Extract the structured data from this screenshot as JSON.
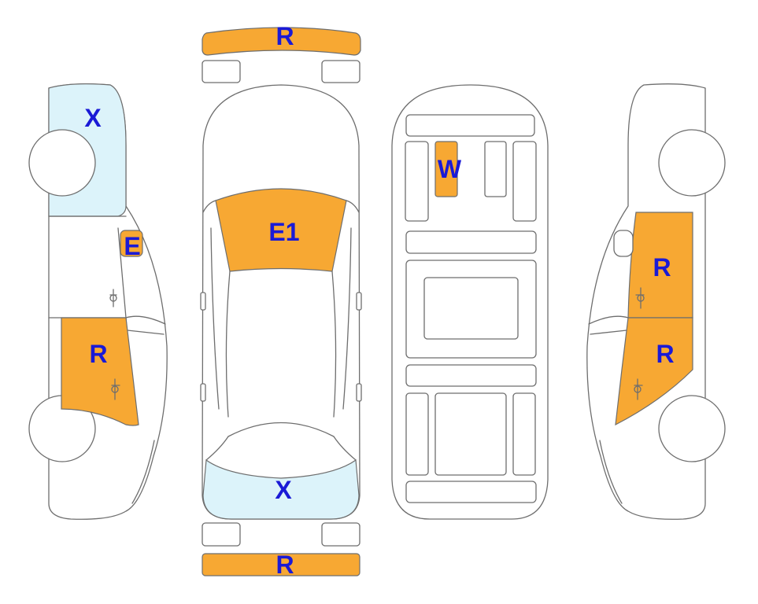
{
  "colors": {
    "damage_fill": "#F7A833",
    "scratch_fill": "#DCF3FA",
    "code_text": "#1A1AD6",
    "outline": "#6E6E6E"
  },
  "panels": {
    "front_bumper": {
      "code": "R",
      "fill": "damage"
    },
    "windshield": {
      "code": "E1",
      "fill": "damage"
    },
    "rear_window": {
      "code": "X",
      "fill": "scratch"
    },
    "rear_bumper": {
      "code": "R",
      "fill": "damage"
    },
    "interior_driver_seat": {
      "code": "W",
      "fill": "damage"
    },
    "left_front_fender": {
      "code": "X",
      "fill": "scratch"
    },
    "left_mirror": {
      "code": "E",
      "fill": "damage"
    },
    "left_rear_door": {
      "code": "R",
      "fill": "damage"
    },
    "right_front_door": {
      "code": "R",
      "fill": "damage"
    },
    "right_rear_door": {
      "code": "R",
      "fill": "damage"
    }
  }
}
